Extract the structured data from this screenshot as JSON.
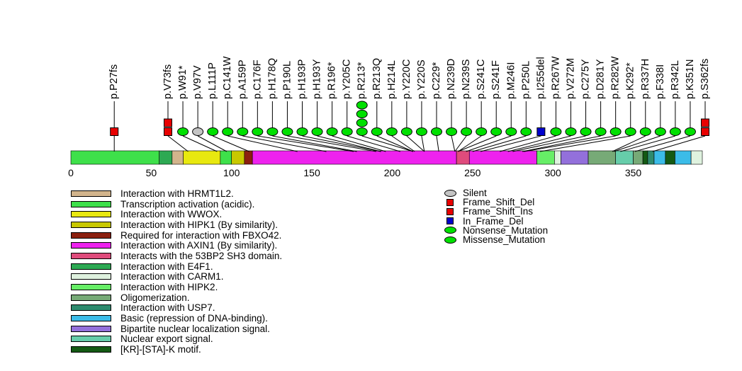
{
  "chart_data": {
    "type": "lollipop-mutation-plot",
    "protein_length": 393,
    "axis": {
      "ticks": [
        0,
        50,
        100,
        150,
        200,
        250,
        300,
        350
      ]
    },
    "mutation_colors": {
      "Silent": "#C4C4C4",
      "Frame_Shift_Del": "#E80000",
      "Frame_Shift_Ins": "#E80000",
      "In_Frame_Del": "#0000CD",
      "Nonsense_Mutation": "#00E000",
      "Missense_Mutation": "#00E000"
    },
    "mutations": [
      {
        "label": "p.P27fs",
        "position": 27,
        "type": "Frame_Shift_Ins",
        "count": 1
      },
      {
        "label": "p.V73fs",
        "position": 73,
        "type": "Frame_Shift_Del",
        "count": 2
      },
      {
        "label": "p.W91*",
        "position": 91,
        "type": "Nonsense_Mutation",
        "count": 1
      },
      {
        "label": "p.V97V",
        "position": 97,
        "type": "Silent",
        "count": 1
      },
      {
        "label": "p.L111P",
        "position": 111,
        "type": "Missense_Mutation",
        "count": 1
      },
      {
        "label": "p.C141W",
        "position": 141,
        "type": "Missense_Mutation",
        "count": 1
      },
      {
        "label": "p.A159P",
        "position": 159,
        "type": "Missense_Mutation",
        "count": 1
      },
      {
        "label": "p.C176F",
        "position": 176,
        "type": "Missense_Mutation",
        "count": 1
      },
      {
        "label": "p.H178Q",
        "position": 178,
        "type": "Missense_Mutation",
        "count": 1
      },
      {
        "label": "p.P190L",
        "position": 190,
        "type": "Missense_Mutation",
        "count": 1
      },
      {
        "label": "p.H193P",
        "position": 193,
        "type": "Missense_Mutation",
        "count": 1
      },
      {
        "label": "p.H193Y",
        "position": 193,
        "type": "Missense_Mutation",
        "count": 1
      },
      {
        "label": "p.R196*",
        "position": 196,
        "type": "Nonsense_Mutation",
        "count": 1
      },
      {
        "label": "p.Y205C",
        "position": 205,
        "type": "Missense_Mutation",
        "count": 1
      },
      {
        "label": "p.R213*",
        "position": 213,
        "type": "Nonsense_Mutation",
        "count": 4
      },
      {
        "label": "p.R213Q",
        "position": 213,
        "type": "Missense_Mutation",
        "count": 1
      },
      {
        "label": "p.H214L",
        "position": 214,
        "type": "Missense_Mutation",
        "count": 1
      },
      {
        "label": "p.Y220C",
        "position": 220,
        "type": "Missense_Mutation",
        "count": 1
      },
      {
        "label": "p.Y220S",
        "position": 220,
        "type": "Missense_Mutation",
        "count": 1
      },
      {
        "label": "p.C229*",
        "position": 229,
        "type": "Nonsense_Mutation",
        "count": 1
      },
      {
        "label": "p.N239D",
        "position": 239,
        "type": "Missense_Mutation",
        "count": 1
      },
      {
        "label": "p.N239S",
        "position": 239,
        "type": "Missense_Mutation",
        "count": 1
      },
      {
        "label": "p.S241C",
        "position": 241,
        "type": "Missense_Mutation",
        "count": 1
      },
      {
        "label": "p.S241F",
        "position": 241,
        "type": "Missense_Mutation",
        "count": 1
      },
      {
        "label": "p.M246I",
        "position": 246,
        "type": "Missense_Mutation",
        "count": 1
      },
      {
        "label": "p.P250L",
        "position": 250,
        "type": "Missense_Mutation",
        "count": 1
      },
      {
        "label": "p.I255del",
        "position": 255,
        "type": "In_Frame_Del",
        "count": 1
      },
      {
        "label": "p.R267W",
        "position": 267,
        "type": "Missense_Mutation",
        "count": 1
      },
      {
        "label": "p.V272M",
        "position": 272,
        "type": "Missense_Mutation",
        "count": 1
      },
      {
        "label": "p.C275Y",
        "position": 275,
        "type": "Missense_Mutation",
        "count": 1
      },
      {
        "label": "p.D281Y",
        "position": 281,
        "type": "Missense_Mutation",
        "count": 1
      },
      {
        "label": "p.R282W",
        "position": 282,
        "type": "Missense_Mutation",
        "count": 1
      },
      {
        "label": "p.K292*",
        "position": 292,
        "type": "Nonsense_Mutation",
        "count": 1
      },
      {
        "label": "p.R337H",
        "position": 337,
        "type": "Missense_Mutation",
        "count": 1
      },
      {
        "label": "p.F338I",
        "position": 338,
        "type": "Missense_Mutation",
        "count": 1
      },
      {
        "label": "p.R342L",
        "position": 342,
        "type": "Missense_Mutation",
        "count": 1
      },
      {
        "label": "p.K351N",
        "position": 351,
        "type": "Missense_Mutation",
        "count": 1
      },
      {
        "label": "p.S362fs",
        "position": 362,
        "type": "Frame_Shift_Del",
        "count": 2
      }
    ],
    "domains": [
      {
        "label": "Interaction with HRMT1L2.",
        "color": "#D2B48C",
        "start": 63,
        "end": 70
      },
      {
        "label": "Transcription activation (acidic).",
        "color": "#3EE04A",
        "start": 0,
        "end": 55
      },
      {
        "label": "Interaction with WWOX.",
        "color": "#E8E80F",
        "start": 70,
        "end": 93
      },
      {
        "label": "Interaction with HIPK1 (By similarity).",
        "color": "#C8C800",
        "start": 100,
        "end": 108
      },
      {
        "label": "Required for interaction with FBXO42.",
        "color": "#8B1F0F",
        "start": 108,
        "end": 113
      },
      {
        "label": "Interaction with AXIN1 (By similarity).",
        "color": "#EE22EE",
        "start": 113,
        "end": 290
      },
      {
        "label": "Interacts with the 53BP2 SH3 domain.",
        "color": "#DF4B7C",
        "start": 240,
        "end": 248
      },
      {
        "label": "Interaction with E4F1.",
        "color": "#2DA953",
        "start": 55,
        "end": 63
      },
      {
        "label": "Interaction with CARM1.",
        "color": "#DFF2DF",
        "start": 386,
        "end": 393
      },
      {
        "label": "Interaction with HIPK2.",
        "color": "#66EE66",
        "start": 290,
        "end": 301
      },
      {
        "label": "Oligomerization.",
        "color": "#77AA77",
        "start": 322,
        "end": 356
      },
      {
        "label": "Interaction with USP7.",
        "color": "#2E8B6E",
        "start": 359,
        "end": 363
      },
      {
        "label": "Basic (repression of DNA-binding).",
        "color": "#3BBCE8",
        "start": 363,
        "end": 386
      },
      {
        "label": "Bipartite nuclear localization signal.",
        "color": "#9370DB",
        "start": 305,
        "end": 322
      },
      {
        "label": "Nuclear export signal.",
        "color": "#66CDAA",
        "start": 339,
        "end": 350
      },
      {
        "label": "[KR]-[STA]-K motif.",
        "color": "#145A14",
        "start": 370,
        "end": 376
      }
    ],
    "bar_segments": [
      {
        "start": 0,
        "end": 55,
        "color": "#3EE04A"
      },
      {
        "start": 55,
        "end": 63,
        "color": "#2DA953"
      },
      {
        "start": 63,
        "end": 70,
        "color": "#D2B48C"
      },
      {
        "start": 70,
        "end": 93,
        "color": "#E8E80F"
      },
      {
        "start": 93,
        "end": 100,
        "color": "#3EE04A"
      },
      {
        "start": 100,
        "end": 108,
        "color": "#C8C800"
      },
      {
        "start": 108,
        "end": 113,
        "color": "#8B1F0F"
      },
      {
        "start": 113,
        "end": 240,
        "color": "#EE22EE"
      },
      {
        "start": 240,
        "end": 248,
        "color": "#DF4B7C"
      },
      {
        "start": 248,
        "end": 290,
        "color": "#EE22EE"
      },
      {
        "start": 290,
        "end": 301,
        "color": "#66EE66"
      },
      {
        "start": 301,
        "end": 305,
        "color": "#DFF2DF"
      },
      {
        "start": 305,
        "end": 322,
        "color": "#9370DB"
      },
      {
        "start": 322,
        "end": 339,
        "color": "#77AA77"
      },
      {
        "start": 339,
        "end": 350,
        "color": "#66CDAA"
      },
      {
        "start": 350,
        "end": 356,
        "color": "#77AA77"
      },
      {
        "start": 356,
        "end": 359,
        "color": "#145A14"
      },
      {
        "start": 359,
        "end": 363,
        "color": "#2E8B6E"
      },
      {
        "start": 363,
        "end": 370,
        "color": "#3BBCE8"
      },
      {
        "start": 370,
        "end": 376,
        "color": "#145A14"
      },
      {
        "start": 376,
        "end": 386,
        "color": "#3BBCE8"
      },
      {
        "start": 386,
        "end": 393,
        "color": "#DFF2DF"
      }
    ],
    "mutation_type_legend": [
      {
        "label": "Silent",
        "shape": "ellipse",
        "color": "#C4C4C4"
      },
      {
        "label": "Frame_Shift_Del",
        "shape": "square",
        "color": "#E80000"
      },
      {
        "label": "Frame_Shift_Ins",
        "shape": "square",
        "color": "#E80000"
      },
      {
        "label": "In_Frame_Del",
        "shape": "square",
        "color": "#0000CD"
      },
      {
        "label": "Nonsense_Mutation",
        "shape": "ellipse",
        "color": "#00E000"
      },
      {
        "label": "Missense_Mutation",
        "shape": "ellipse",
        "color": "#00E000"
      }
    ]
  }
}
